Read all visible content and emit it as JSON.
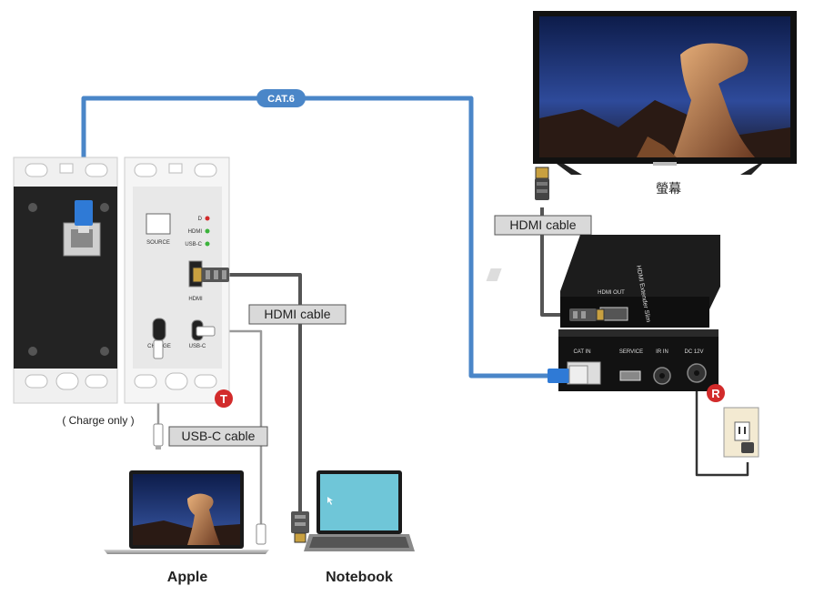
{
  "cat6_label": "CAT.6",
  "tv_label": "螢幕",
  "hdmi_cable_label_top": "HDMI cable",
  "hdmi_cable_label_mid": "HDMI cable",
  "usbc_cable_label": "USB-C cable",
  "charge_only_label": "( Charge only )",
  "apple_label": "Apple",
  "notebook_label": "Notebook",
  "transmitter_badge": "T",
  "receiver_badge": "R",
  "wallplate": {
    "source_label": "SOURCE",
    "hdmi_led_label": "HDMI",
    "usbc_led_label": "USB-C",
    "hdmi_port_label": "HDMI",
    "charge_port_label": "CHARGE",
    "usbc_port_label": "USB-C"
  },
  "receiver": {
    "top_title": "HDMI Extender Slim",
    "hdmi_out_label": "HDMI OUT",
    "cat_in_label": "CAT IN",
    "service_label": "SERVICE",
    "ir_in_label": "IR IN",
    "dc_label": "DC 12V"
  },
  "colors": {
    "cat6_cable": "#4a86c8",
    "hdmi_cable": "#555555",
    "usbc_cable": "#9a9a9a",
    "power_cable": "#333333",
    "badge_red": "#d22b2b",
    "label_box": "#d9d9d9"
  }
}
